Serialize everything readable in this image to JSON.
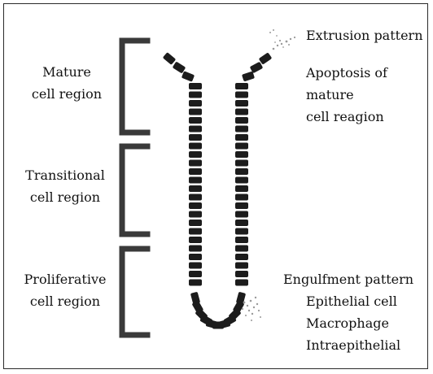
{
  "left_labels": {
    "mature": [
      "Mature",
      "cell region"
    ],
    "transitional": [
      "Transitional",
      "cell region"
    ],
    "proliferative": [
      "Proliferative",
      "cell region"
    ]
  },
  "right_labels": {
    "extrusion": "Extrusion pattern",
    "apoptosis": [
      "Apoptosis of",
      "mature",
      "cell reagion"
    ],
    "engulfment": "Engulfment pattern",
    "engulfment_items": [
      "Epithelial cell",
      "Macrophage",
      "Intraepithelial"
    ]
  },
  "colors": {
    "cell": "#1c1c1c",
    "bracket": "#3a3a3a",
    "speckle": "#9a9a9a"
  },
  "icons": [
    "bracket-mature",
    "bracket-transitional",
    "bracket-proliferative",
    "crypt-cell-column",
    "extrusion-speckle",
    "engulfment-speckle"
  ]
}
